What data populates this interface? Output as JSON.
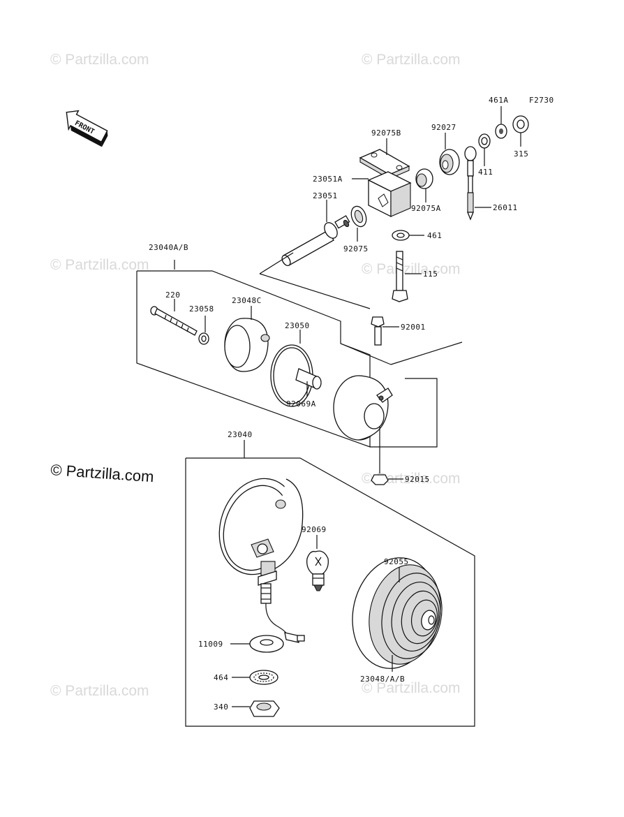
{
  "figure_code": "F2730",
  "front_label": "FRONT",
  "watermark_text": "© Partzilla.com",
  "main_watermark": "© Partzilla.com",
  "parts": {
    "p461A": "461A",
    "p315": "315",
    "p92027": "92027",
    "p411": "411",
    "p92075B": "92075B",
    "p23051A": "23051A",
    "p92075A": "92075A",
    "p26011": "26011",
    "p23051": "23051",
    "p461": "461",
    "p92075": "92075",
    "p115": "115",
    "p23040AB": "23040A/B",
    "p220": "220",
    "p23058": "23058",
    "p23048C": "23048C",
    "p23050": "23050",
    "p92001": "92001",
    "p92069A": "92069A",
    "p23040": "23040",
    "p92015": "92015",
    "p92069": "92069",
    "p92055": "92055",
    "p11009": "11009",
    "p464": "464",
    "p340": "340",
    "p23048AB": "23048/A/B"
  }
}
